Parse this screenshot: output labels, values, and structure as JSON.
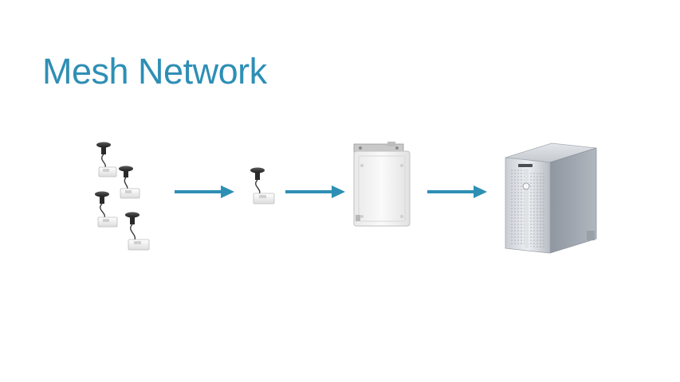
{
  "slide": {
    "title": "Mesh Network"
  },
  "nodes": [
    {
      "id": "sensor-cluster",
      "icon": "wireless-sensor-node-cluster-icon",
      "count": 4
    },
    {
      "id": "single-sensor",
      "icon": "wireless-sensor-node-icon"
    },
    {
      "id": "gateway",
      "icon": "gateway-enclosure-icon"
    },
    {
      "id": "server",
      "icon": "server-icon"
    }
  ],
  "colors": {
    "title": "#2e8fb5",
    "arrow": "#2e8fb5",
    "background": "#ffffff"
  }
}
